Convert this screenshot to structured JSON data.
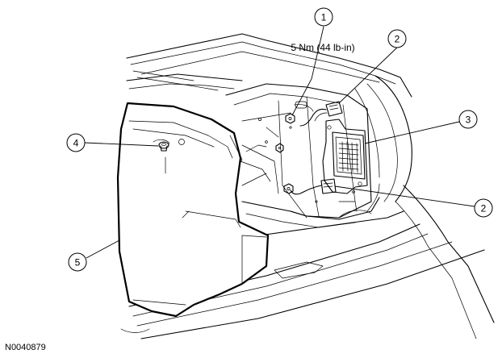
{
  "figure": {
    "id": "N0040879",
    "torque_label": "5 Nm (44 lb-in)",
    "callouts": [
      "1",
      "2",
      "3",
      "4",
      "5",
      "2"
    ]
  }
}
